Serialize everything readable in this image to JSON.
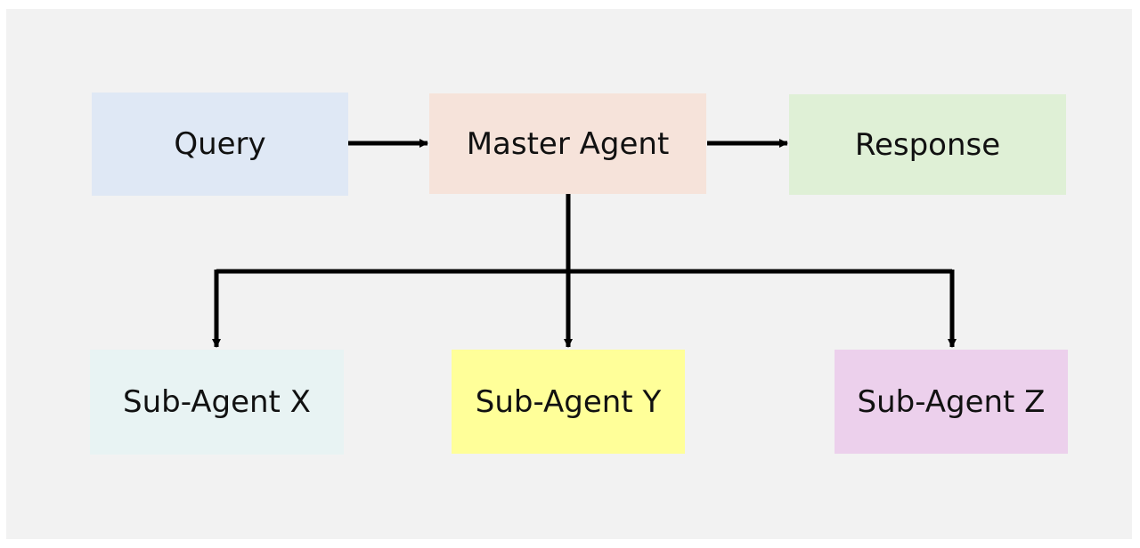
{
  "nodes": {
    "query": {
      "label": "Query",
      "color": "#dfe8f5"
    },
    "master": {
      "label": "Master Agent",
      "color": "#f6e3da"
    },
    "response": {
      "label": "Response",
      "color": "#dff0d6"
    },
    "sub_x": {
      "label": "Sub-Agent X",
      "color": "#e8f3f3"
    },
    "sub_y": {
      "label": "Sub-Agent Y",
      "color": "#ffff99"
    },
    "sub_z": {
      "label": "Sub-Agent Z",
      "color": "#ecd0ec"
    }
  },
  "edges": [
    {
      "from": "Query",
      "to": "Master Agent"
    },
    {
      "from": "Master Agent",
      "to": "Response"
    },
    {
      "from": "Master Agent",
      "to": "Sub-Agent X"
    },
    {
      "from": "Master Agent",
      "to": "Sub-Agent Y"
    },
    {
      "from": "Master Agent",
      "to": "Sub-Agent Z"
    }
  ],
  "colors": {
    "background": "#f2f2f2",
    "arrow": "#000000"
  }
}
